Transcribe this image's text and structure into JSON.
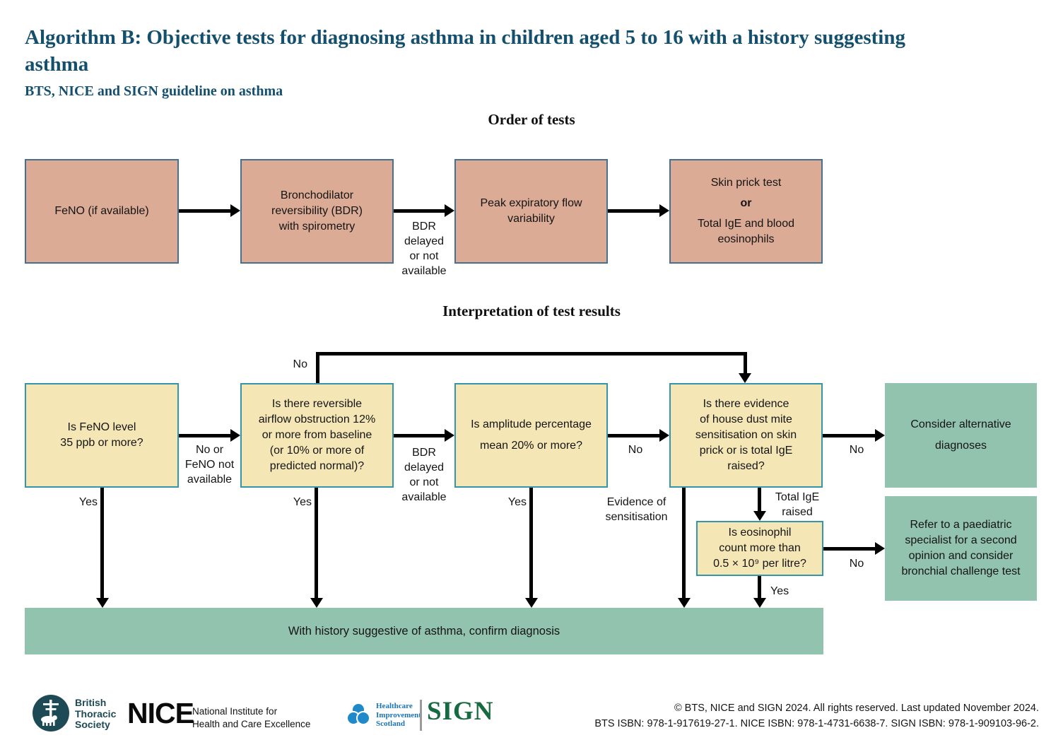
{
  "title": "Algorithm B: Objective tests for diagnosing asthma in children aged 5 to 16 with a history suggesting asthma",
  "subtitle": "BTS, NICE and SIGN guideline on asthma",
  "order": {
    "heading": "Order of tests",
    "feno": [
      "FeNO (if available)"
    ],
    "bdr": [
      "Bronchodilator",
      "reversibility (BDR)",
      "with spirometry"
    ],
    "pef": [
      "Peak expiratory flow",
      "variability"
    ],
    "skin": {
      "line1": "Skin prick test",
      "or": "or",
      "line2": "Total IgE and blood",
      "line3": "eosinophils"
    }
  },
  "interp": {
    "heading": "Interpretation of test results",
    "feno_q": [
      "Is FeNO level",
      "35 ppb or more?"
    ],
    "bdr_q": [
      "Is there reversible",
      "airflow obstruction 12%",
      "or more from baseline",
      "(or 10% or more of",
      "predicted normal)?"
    ],
    "amplitude_q": [
      "Is amplitude percentage",
      "mean 20% or more?"
    ],
    "dust_q": [
      "Is there evidence",
      "of house dust mite",
      "sensitisation on skin",
      "prick or is total IgE",
      "raised?"
    ],
    "eos_q": [
      "Is eosinophil",
      "count more than",
      "0.5 × 10⁹ per litre?"
    ],
    "alt_box": [
      "Consider alternative",
      "diagnoses"
    ],
    "refer_box": [
      "Refer to a paediatric",
      "specialist for a second",
      "opinion and consider",
      "bronchial challenge test"
    ],
    "confirm_bar": "With history suggestive of asthma, confirm diagnosis"
  },
  "labels": {
    "yes": "Yes",
    "no": "No",
    "no_or_feno": [
      "No or",
      "FeNO not",
      "available"
    ],
    "bdr_delayed": [
      "BDR",
      "delayed",
      "or not",
      "available"
    ],
    "evidence": [
      "Evidence of",
      "sensitisation"
    ],
    "total_ige": [
      "Total IgE",
      "raised"
    ]
  },
  "footer": {
    "bts": [
      "British",
      "Thoracic",
      "Society"
    ],
    "nice_acronym": "NICE",
    "nice_desc": [
      "National Institute for",
      "Health and Care Excellence"
    ],
    "his": [
      "Healthcare",
      "Improvement",
      "Scotland"
    ],
    "sign": "SIGN",
    "copyright": [
      "© BTS, NICE and SIGN 2024. All rights reserved. Last updated November 2024.",
      "BTS ISBN: 978-1-917619-27-1. NICE ISBN: 978-1-4731-6638-7. SIGN ISBN: 978-1-909103-96-2."
    ]
  },
  "colors": {
    "title_blue": "#14506e",
    "box_salmon": "#dcab95",
    "box_yellow": "#f5e7b5",
    "box_green": "#92c3ae",
    "salmon_border": "#47708e",
    "yellow_border": "#3596ab",
    "bts_teal": "#1d4a55",
    "his_blue": "#1b75bb",
    "sign_green": "#186a41"
  }
}
